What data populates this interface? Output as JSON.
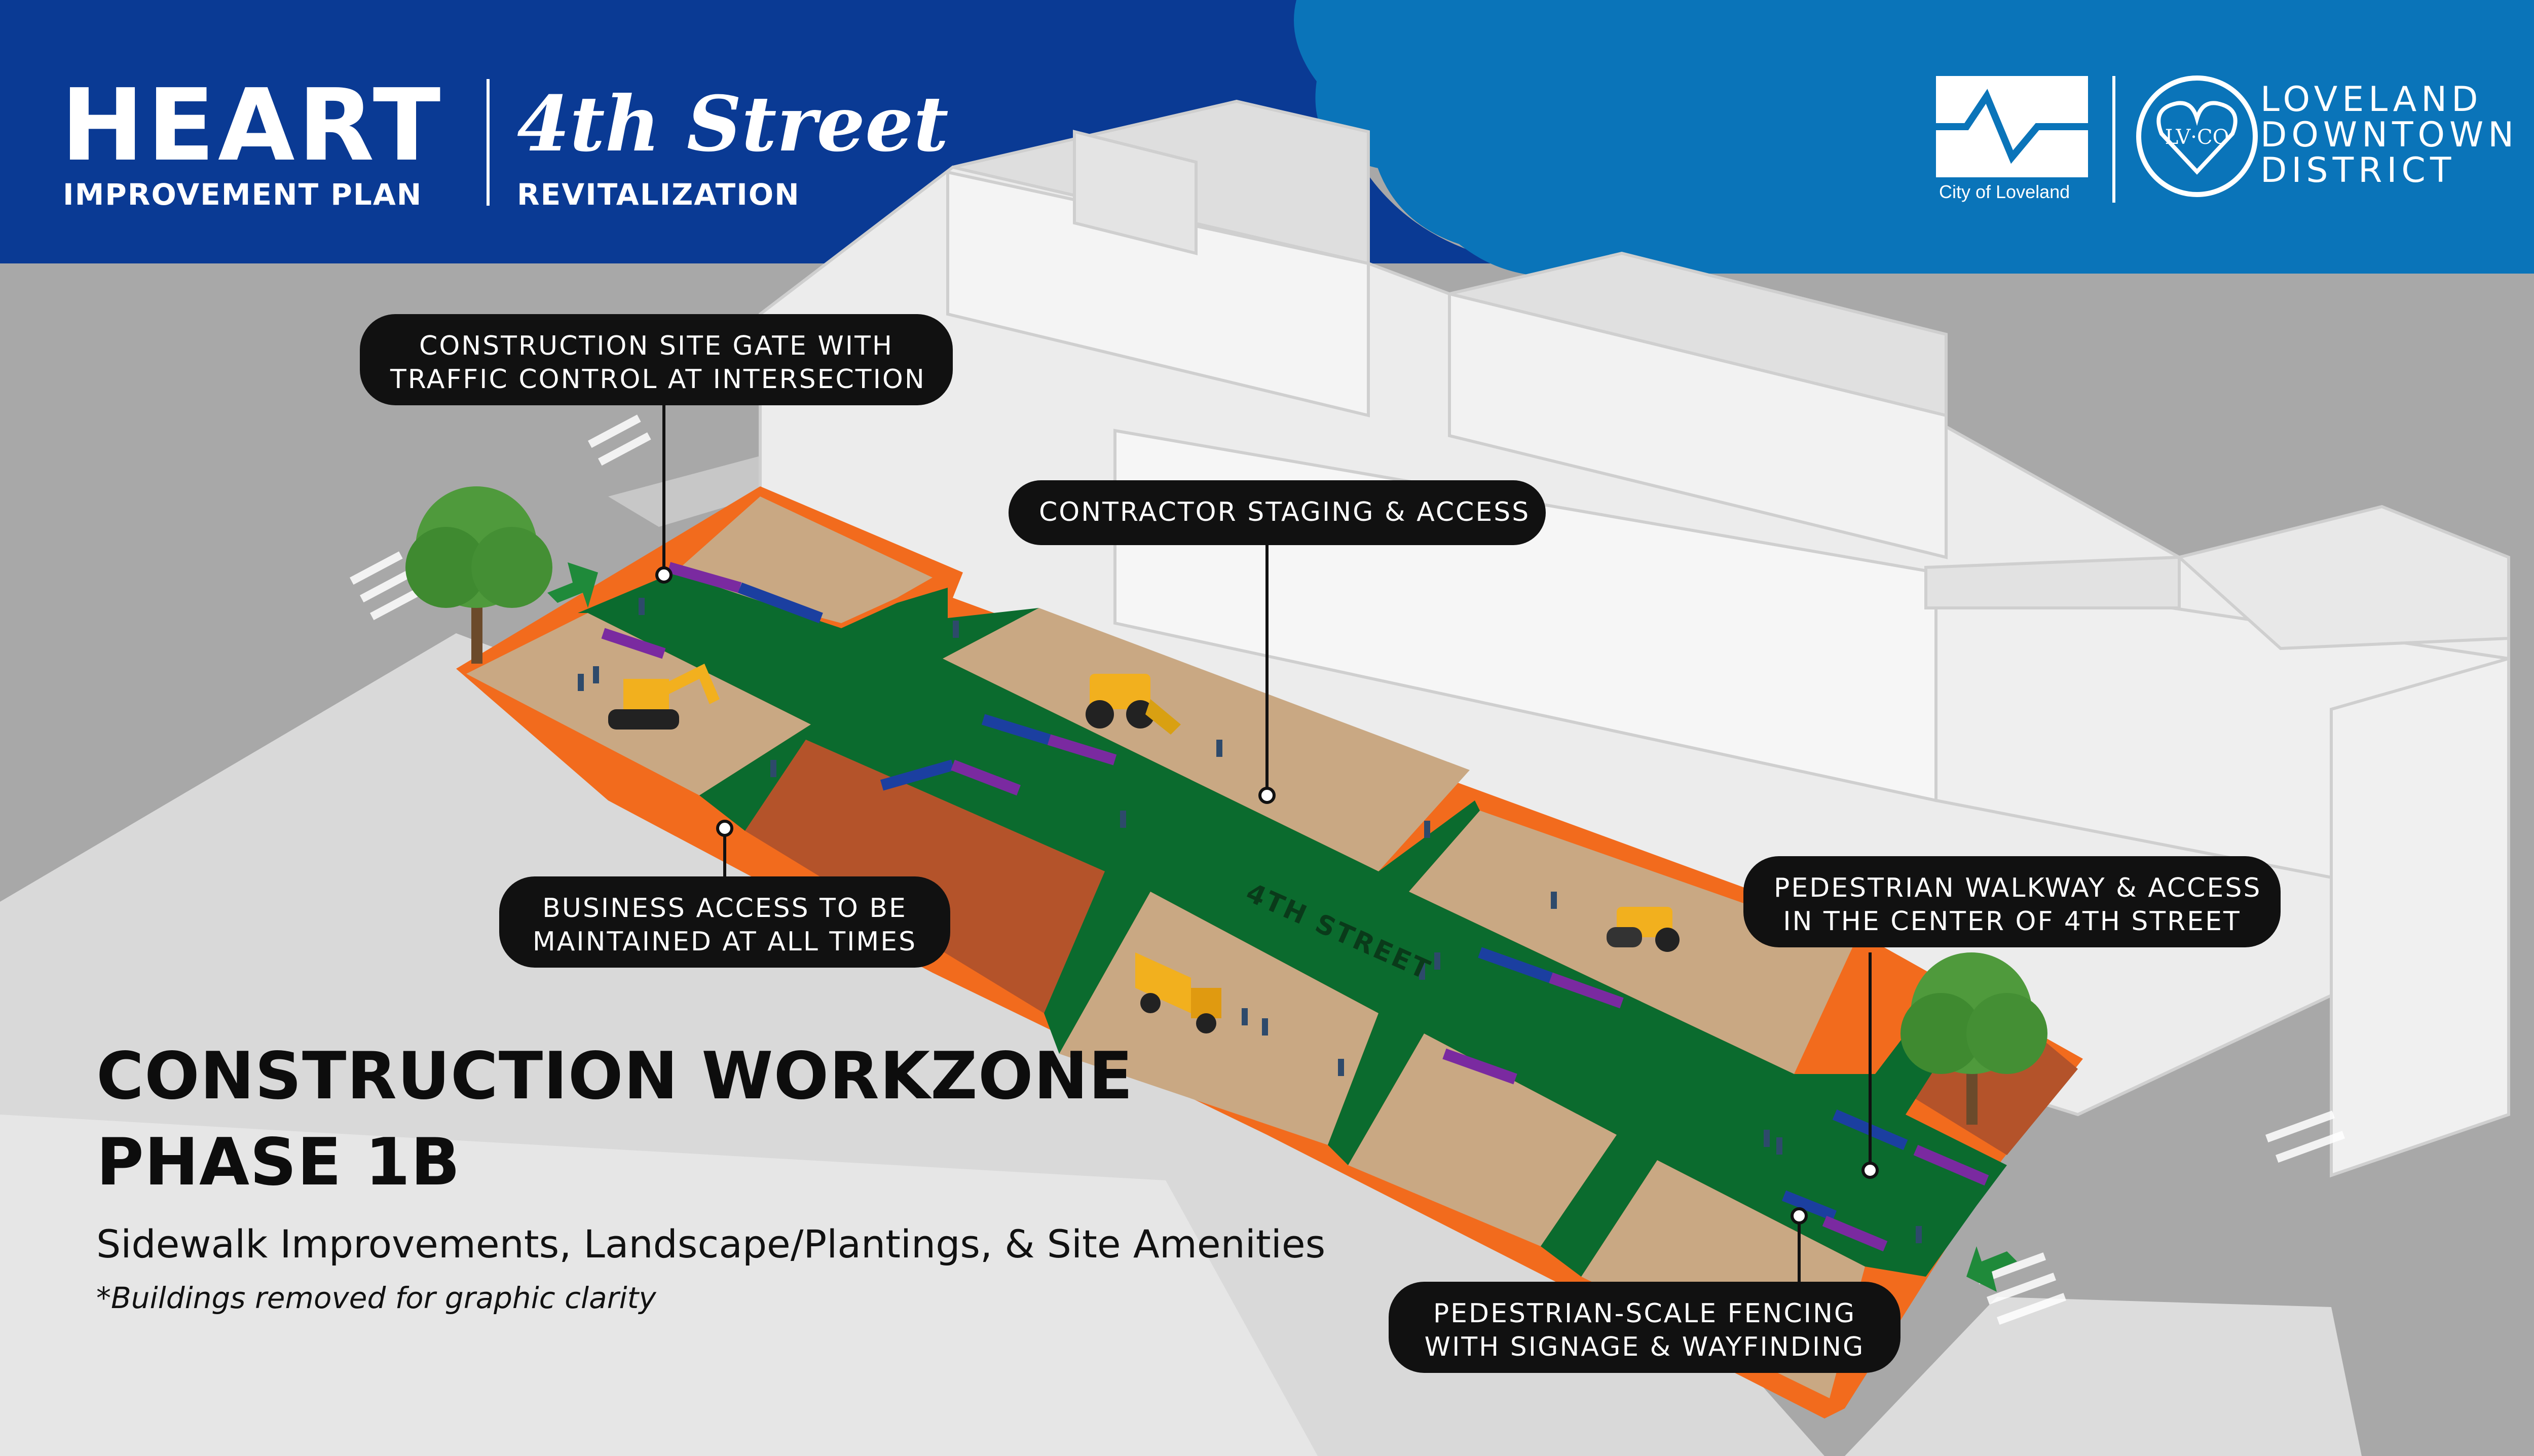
{
  "header": {
    "brand_left": {
      "heart": "HEART",
      "heart_sub": "IMPROVEMENT PLAN",
      "fourth": "4th Street",
      "fourth_sub": "REVITALIZATION"
    },
    "brand_right": {
      "city_label": "City of Loveland",
      "lv_co": "LV·CO",
      "district_lines": [
        "LOVELAND",
        "DOWNTOWN",
        "DISTRICT"
      ]
    }
  },
  "callouts": {
    "gate": [
      "CONSTRUCTION SITE GATE WITH",
      "TRAFFIC CONTROL AT INTERSECTION"
    ],
    "staging": [
      "CONTRACTOR STAGING & ACCESS"
    ],
    "business": [
      "BUSINESS ACCESS TO BE",
      "MAINTAINED AT ALL TIMES"
    ],
    "walkway": [
      "PEDESTRIAN WALKWAY & ACCESS",
      "IN THE CENTER OF 4TH STREET"
    ],
    "fencing": [
      "PEDESTRIAN-SCALE FENCING",
      "WITH SIGNAGE & WAYFINDING"
    ]
  },
  "street_label": "4TH STREET",
  "title": {
    "line1": "CONSTRUCTION WORKZONE",
    "line2": "PHASE 1B",
    "subtitle": "Sidewalk Improvements, Landscape/Plantings, & Site Amenities",
    "note": "*Buildings removed for graphic clarity"
  },
  "colors": {
    "header_dark_blue": "#0a3a94",
    "header_light_blue": "#0a74b9",
    "walkway_green": "#0b6b2e",
    "fence_orange": "#f26b1d",
    "fence_purple": "#7a2aa0",
    "fence_blue": "#1b3fa0",
    "work_tan": "#c9a883",
    "brick_red": "#b4532a",
    "building_white": "#eeeeee",
    "ground_gray": "#a8a8a8",
    "callout_black": "#111111"
  }
}
